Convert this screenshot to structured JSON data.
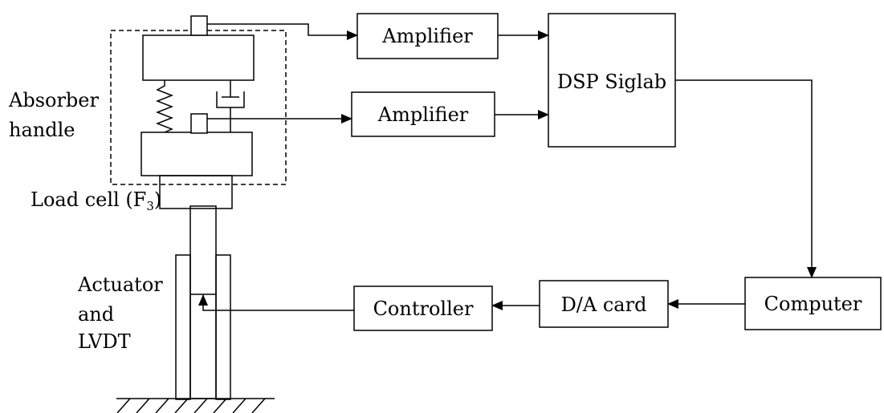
{
  "labels": {
    "amplifier_top": "Amplifier",
    "amplifier_bottom": "Amplifier",
    "dsp": "DSP Siglab",
    "computer": "Computer",
    "da_card": "D/A card",
    "controller": "Controller",
    "absorber_line1": "Absorber",
    "absorber_line2": "handle",
    "load_cell_main": "Load cell (F",
    "load_cell_sub": "3",
    "load_cell_close": ")",
    "actuator_line1": "Actuator",
    "actuator_line2": "and",
    "actuator_line3": "LVDT"
  }
}
